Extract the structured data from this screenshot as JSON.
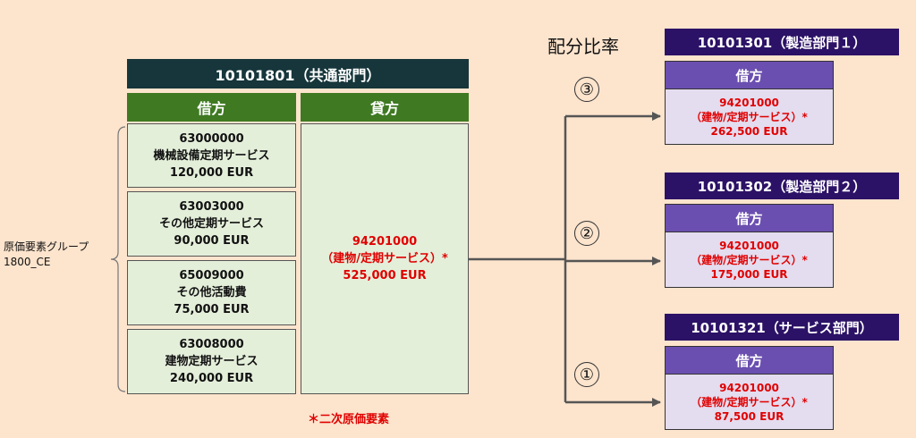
{
  "ratio_label": "配分比率",
  "center": {
    "title": "10101801（共通部門）",
    "debit_header": "借方",
    "credit_header": "貸方",
    "debit_items": [
      {
        "code": "63000000",
        "name": "機械設備定期サービス",
        "amount": "120,000 EUR"
      },
      {
        "code": "63003000",
        "name": "その他定期サービス",
        "amount": "90,000 EUR"
      },
      {
        "code": "65009000",
        "name": "その他活動費",
        "amount": "75,000 EUR"
      },
      {
        "code": "63008000",
        "name": "建物定期サービス",
        "amount": "240,000 EUR"
      }
    ],
    "credit": {
      "code": "94201000",
      "name": "（建物/定期サービス）*",
      "amount": "525,000 EUR"
    }
  },
  "group": {
    "line1": "原価要素グループ",
    "line2": "1800_CE"
  },
  "footnote": "＊二次原価要素",
  "ratios": [
    "③",
    "②",
    "①"
  ],
  "receivers": [
    {
      "title": "10101301（製造部門１）",
      "header": "借方",
      "code": "94201000",
      "name": "（建物/定期サービス）*",
      "amount": "262,500 EUR"
    },
    {
      "title": "10101302（製造部門２）",
      "header": "借方",
      "code": "94201000",
      "name": "（建物/定期サービス）*",
      "amount": "175,000 EUR"
    },
    {
      "title": "10101321（サービス部門）",
      "header": "借方",
      "code": "94201000",
      "name": "（建物/定期サービス）*",
      "amount": "87,500 EUR"
    }
  ],
  "colors": {
    "background": "#fce4cd",
    "center_title": "#16363b",
    "green_header": "#3f7a22",
    "green_cell": "#e4efda",
    "purple_title": "#2c1266",
    "purple_header": "#6b4fb0",
    "purple_cell": "#e4dcef",
    "red_text": "#e00000"
  }
}
